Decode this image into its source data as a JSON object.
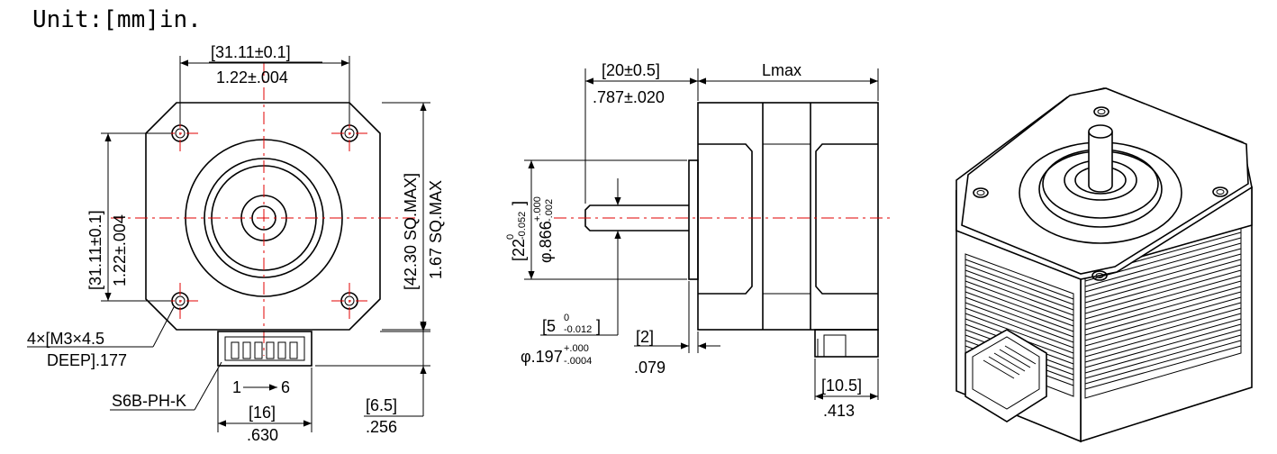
{
  "title": "Unit:[mm]in.",
  "front_view": {
    "hole_pitch_top_mm": "[31.11±0.1]",
    "hole_pitch_top_in": "1.22±.004",
    "hole_pitch_side_mm": "[31.11±0.1]",
    "hole_pitch_side_in": "1.22±.004",
    "body_size_mm": "[42.30 SQ.MAX]",
    "body_size_in": "1.67 SQ.MAX",
    "holes_line1": "4×[M3×4.5",
    "holes_line2": "DEEP].177",
    "connector_name": "S6B-PH-K",
    "pin_start": "1",
    "pin_end": "6",
    "connector_width_mm": "[16]",
    "connector_width_in": ".630",
    "connector_offset_mm": "[6.5]",
    "connector_offset_in": ".256"
  },
  "side_view": {
    "shaft_length_mm": "[20±0.5]",
    "shaft_length_in": ".787±.020",
    "length_label": "Lmax",
    "boss_dia_mm": "[22",
    "boss_dia_mm_tol_upper": "0",
    "boss_dia_mm_tol_lower": "-0.052",
    "boss_dia_mm_close": "]",
    "boss_dia_in": "φ.866",
    "boss_dia_in_tol_upper": "+.000",
    "boss_dia_in_tol_lower": "-.002",
    "shaft_dia_mm": "[5",
    "shaft_dia_mm_tol_upper": "0",
    "shaft_dia_mm_tol_lower": "-0.012",
    "shaft_dia_mm_close": "]",
    "shaft_dia_in": "φ.197",
    "shaft_dia_in_tol_upper": "+.000",
    "shaft_dia_in_tol_lower": "-.0004",
    "boss_height_mm": "[2]",
    "boss_height_in": ".079",
    "conn_height_mm": "[10.5]",
    "conn_height_in": ".413"
  }
}
